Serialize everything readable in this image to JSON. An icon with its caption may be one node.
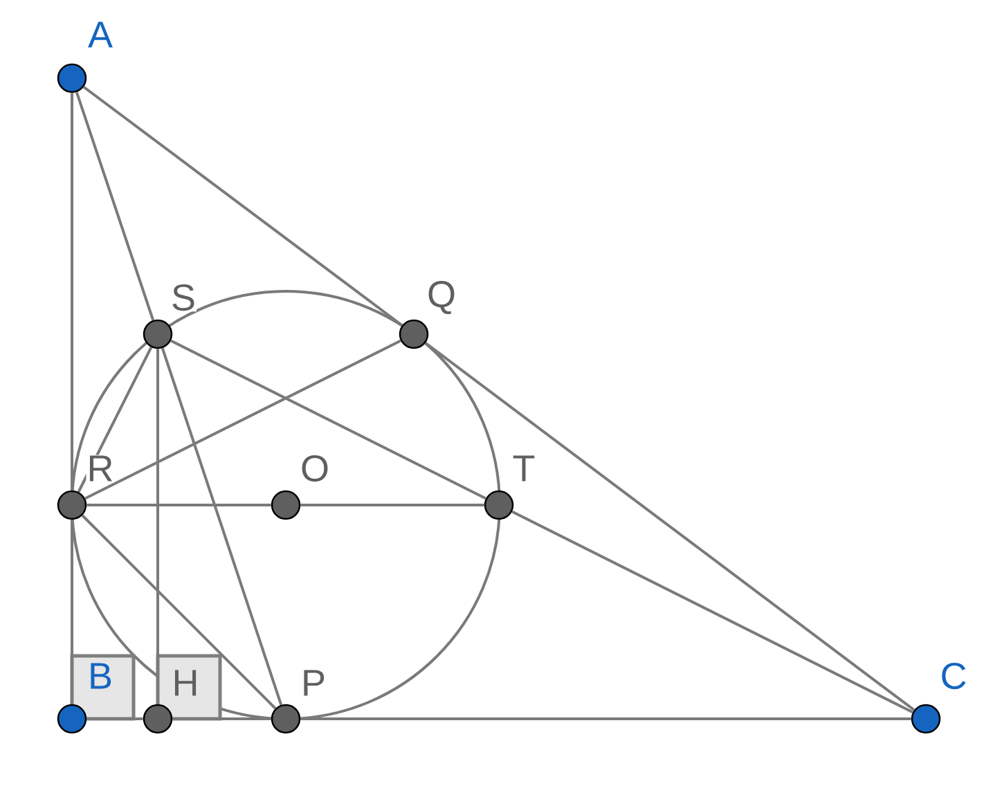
{
  "diagram": {
    "nodes": [
      {
        "text": [],
        "shape": "circle",
        "beside": [
          "A"
        ]
      },
      {
        "text": [],
        "shape": "circle",
        "beside": [
          "S"
        ]
      },
      {
        "text": [],
        "shape": "circle",
        "beside": [
          "Q"
        ]
      },
      {
        "text": [],
        "shape": "circle",
        "beside": [
          "R"
        ]
      },
      {
        "text": [],
        "shape": "circle",
        "beside": [
          "O"
        ]
      },
      {
        "text": [],
        "shape": "circle",
        "beside": [
          "T"
        ]
      },
      {
        "text": [],
        "shape": "circle",
        "beside": [
          "B"
        ]
      },
      {
        "text": [],
        "shape": "circle",
        "beside": [
          "H"
        ]
      },
      {
        "text": [],
        "shape": "circle",
        "beside": [
          "P"
        ]
      },
      {
        "text": [],
        "shape": "circle",
        "beside": [
          "C"
        ]
      }
    ],
    "edges": [
      {
        "from": 0,
        "to": 3,
        "arrow": "none"
      },
      {
        "from": 3,
        "to": 6,
        "arrow": "none"
      },
      {
        "from": 0,
        "to": 1,
        "arrow": "none"
      },
      {
        "from": 1,
        "to": 8,
        "arrow": "none"
      },
      {
        "from": 0,
        "to": 2,
        "arrow": "none"
      },
      {
        "from": 2,
        "to": 9,
        "arrow": "none"
      },
      {
        "from": 1,
        "to": 3,
        "arrow": "none"
      },
      {
        "from": 1,
        "to": 7,
        "arrow": "none"
      },
      {
        "from": 1,
        "to": 5,
        "arrow": "none"
      },
      {
        "from": 3,
        "to": 2,
        "arrow": "none"
      },
      {
        "from": 3,
        "to": 4,
        "arrow": "none"
      },
      {
        "from": 4,
        "to": 5,
        "arrow": "none"
      },
      {
        "from": 5,
        "to": 9,
        "arrow": "none"
      },
      {
        "from": 3,
        "to": 8,
        "arrow": "none"
      },
      {
        "from": 6,
        "to": 7,
        "arrow": "none"
      },
      {
        "from": 7,
        "to": 8,
        "arrow": "none"
      },
      {
        "from": 8,
        "to": 9,
        "arrow": "none"
      }
    ]
  }
}
